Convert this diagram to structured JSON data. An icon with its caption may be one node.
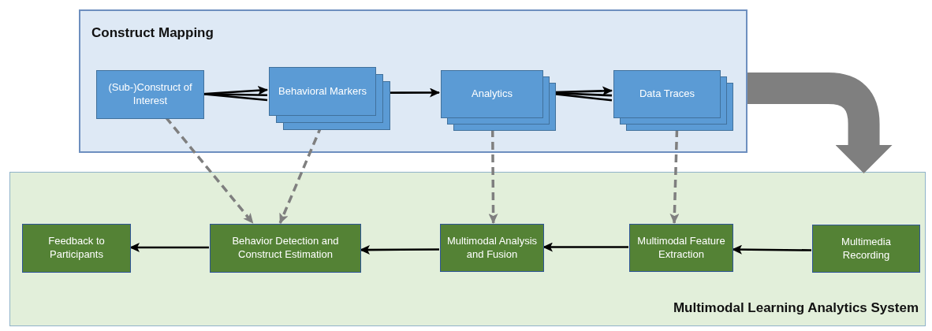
{
  "diagram": {
    "nodes": [
      {
        "text": [
          "Construct Mapping"
        ]
      },
      {
        "text": [
          "(Sub-)Construct of Interest"
        ],
        "in": 0
      },
      {
        "text": [
          "Behavioral Markers"
        ],
        "in": 0
      },
      {
        "text": [
          "Analytics"
        ],
        "in": 0
      },
      {
        "text": [
          "Data Traces"
        ],
        "in": 0
      },
      {
        "text": [
          "Multimodal Learning Analytics System"
        ]
      },
      {
        "text": [
          "Feedback to Participants"
        ],
        "in": 5
      },
      {
        "text": [
          "Behavior Detection and Construct Estimation"
        ],
        "in": 5
      },
      {
        "text": [
          "Multimodal Analysis and Fusion"
        ],
        "in": 5
      },
      {
        "text": [
          "Multimodal Feature Extraction"
        ],
        "in": 5
      },
      {
        "text": [
          "Multimedia Recording"
        ],
        "in": 5
      }
    ],
    "edges": [
      {
        "from": 1,
        "to": 2,
        "arrow": "to"
      },
      {
        "from": 1,
        "to": 2,
        "arrow": "none"
      },
      {
        "from": 1,
        "to": 2,
        "arrow": "none"
      },
      {
        "from": 2,
        "to": 3,
        "arrow": "to"
      },
      {
        "from": 3,
        "to": 4,
        "arrow": "to"
      },
      {
        "from": 3,
        "to": 4,
        "arrow": "none"
      },
      {
        "from": 3,
        "to": 4,
        "arrow": "none"
      },
      {
        "from": 1,
        "to": 7,
        "arrow": "to",
        "style": "dashed",
        "color": "#7f7f7f"
      },
      {
        "from": 2,
        "to": 7,
        "arrow": "to",
        "style": "dashed",
        "color": "#7f7f7f"
      },
      {
        "from": 3,
        "to": 8,
        "arrow": "to",
        "style": "dashed",
        "color": "#7f7f7f"
      },
      {
        "from": 4,
        "to": 9,
        "arrow": "to",
        "style": "dashed",
        "color": "#7f7f7f"
      },
      {
        "from": 10,
        "to": 9,
        "arrow": "to"
      },
      {
        "from": 9,
        "to": 8,
        "arrow": "to"
      },
      {
        "from": 8,
        "to": 7,
        "arrow": "to"
      },
      {
        "from": 7,
        "to": 6,
        "arrow": "to"
      },
      {
        "from": 0,
        "to": 5,
        "arrow": "to",
        "style": "thick",
        "color": "#7f7f7f"
      }
    ]
  }
}
